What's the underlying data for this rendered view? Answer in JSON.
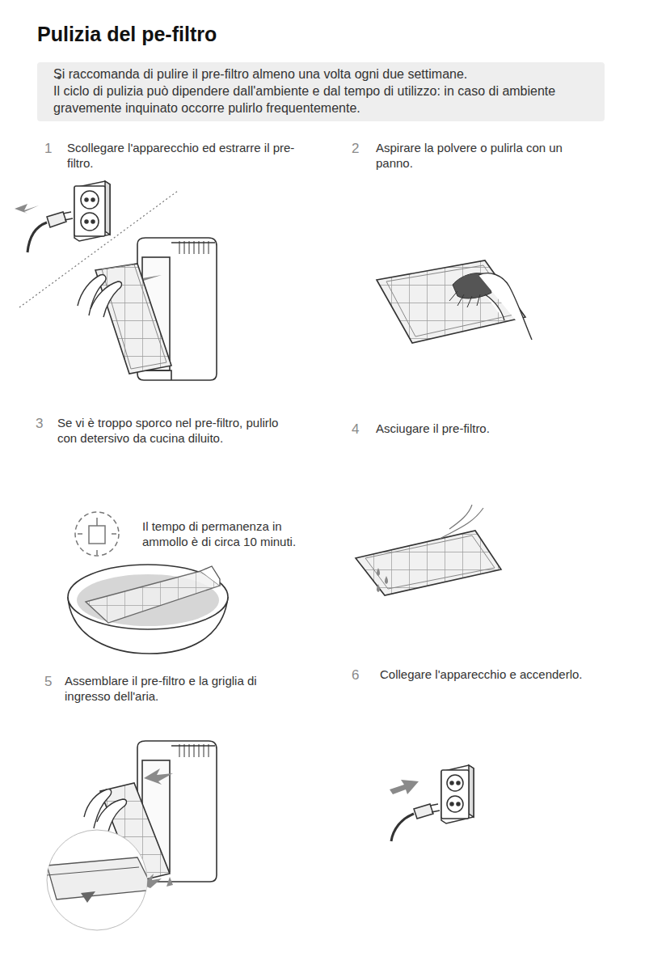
{
  "diagram": {
    "title": "Pulizia del pe-filtro",
    "nodes": [
      {
        "text": [
          "Si raccomanda di pulire il pre-filtro almeno una volta ogni due settimane.",
          "Il ciclo di pulizia può dipendere dall'ambiente e dal tempo di utilizzo: in caso di ambiente gravemente inquinato occorre pulirlo frequentemente."
        ]
      }
    ],
    "labels": [
      "1",
      "Scollegare l'apparecchio ed estrarre il pre-filtro.",
      "2",
      "Aspirare la polvere o pulirla con un panno.",
      "3",
      "Se vi è troppo sporco nel pre-filtro, pulirlo con detersivo da cucina diluito.",
      "Il tempo di permanenza in ammollo è di circa 10 minuti.",
      "4",
      "Asciugare il pre-filtro.",
      "5",
      "Assemblare il pre-filtro e la griglia di ingresso dell'aria.",
      "6",
      "Collegare l'apparecchio e accenderlo."
    ]
  }
}
